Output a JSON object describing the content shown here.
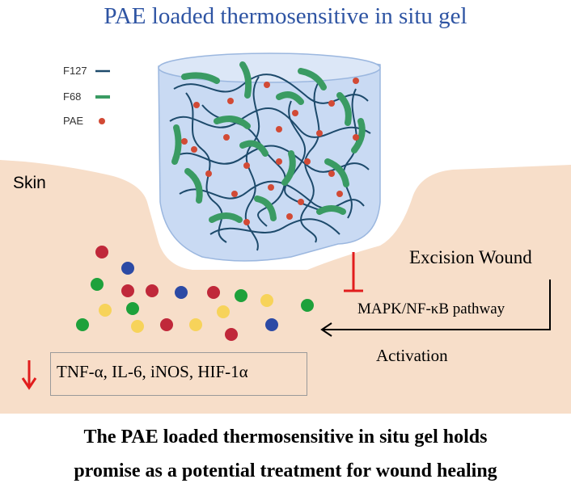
{
  "title": "PAE loaded thermosensitive in situ gel",
  "legend": {
    "f127": "F127",
    "f68": "F68",
    "pae": "PAE"
  },
  "labels": {
    "skin": "Skin",
    "wound": "Excision Wound",
    "pathway": "MAPK/NF-κB pathway",
    "activation": "Activation",
    "markers": "TNF-α, IL-6, iNOS, HIF-1α"
  },
  "caption": {
    "line1": "The PAE loaded thermosensitive in situ gel holds",
    "line2": "promise as a potential treatment for wound healing"
  },
  "colors": {
    "title": "#2e54a3",
    "skin": "#f7dec9",
    "gel_fill": "#c9daf3",
    "gel_edge": "#9bb7df",
    "f127_line": "#1d4a6b",
    "f68_line": "#3a9b63",
    "pae_dot": "#d24a35",
    "inhibit": "#e11d1d",
    "down_arrow": "#e11d1d",
    "cell_red": "#c0283a",
    "cell_blue": "#2c4aa5",
    "cell_green": "#1ea13b",
    "cell_yellow": "#f7d35a"
  }
}
